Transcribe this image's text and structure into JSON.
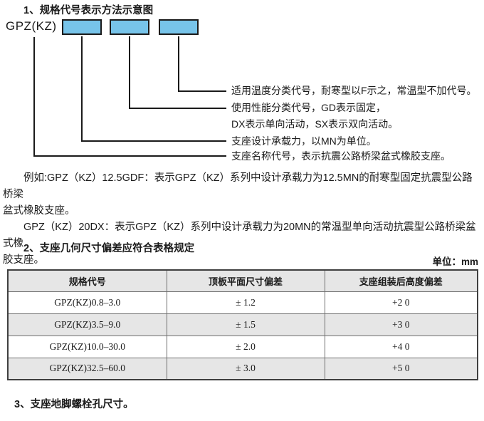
{
  "colors": {
    "ink": "#1a1a1a",
    "box_fill": "#77c4ea",
    "box_border": "#1a1a1a",
    "table_gray": "#e6e6e6"
  },
  "section1": {
    "heading": "1、规格代号表示方法示意图",
    "diagram": {
      "prefix_label": "GPZ(KZ)",
      "box_count": 3,
      "callouts": [
        {
          "id": "temperature",
          "text": "适用温度分类代号，耐寒型以F示之，常温型不加代号。"
        },
        {
          "id": "performance",
          "text": "使用性能分类代号，GD表示固定，",
          "text2": "DX表示单向活动，SX表示双向活动。"
        },
        {
          "id": "capacity",
          "text": "支座设计承载力，以MN为单位。"
        },
        {
          "id": "name",
          "text": "支座名称代号，表示抗震公路桥梁盆式橡胶支座。"
        }
      ]
    },
    "examples": [
      "例如:GPZ（KZ）12.5GDF：表示GPZ（KZ）系列中设计承载力为12.5MN的耐寒型固定抗震型公路桥梁\n盆式橡胶支座。",
      "GPZ（KZ）20DX：表示GPZ（KZ）系列中设计承载力为20MN的常温型单向活动抗震型公路桥梁盆式橡\n胶支座。"
    ]
  },
  "section2": {
    "heading": "2、支座几何尺寸偏差应符合表格规定",
    "unit_note": "单位：mm",
    "table": {
      "headers": [
        "规格代号",
        "顶板平面尺寸偏差",
        "支座组装后高度偏差"
      ],
      "rows": [
        [
          "GPZ(KZ)0.8–3.0",
          "± 1.2",
          "+2 0"
        ],
        [
          "GPZ(KZ)3.5–9.0",
          "± 1.5",
          "+3 0"
        ],
        [
          "GPZ(KZ)10.0–30.0",
          "± 2.0",
          "+4 0"
        ],
        [
          "GPZ(KZ)32.5–60.0",
          "± 3.0",
          "+5 0"
        ]
      ]
    }
  },
  "section3": {
    "heading": "3、支座地脚螺栓孔尺寸。"
  }
}
